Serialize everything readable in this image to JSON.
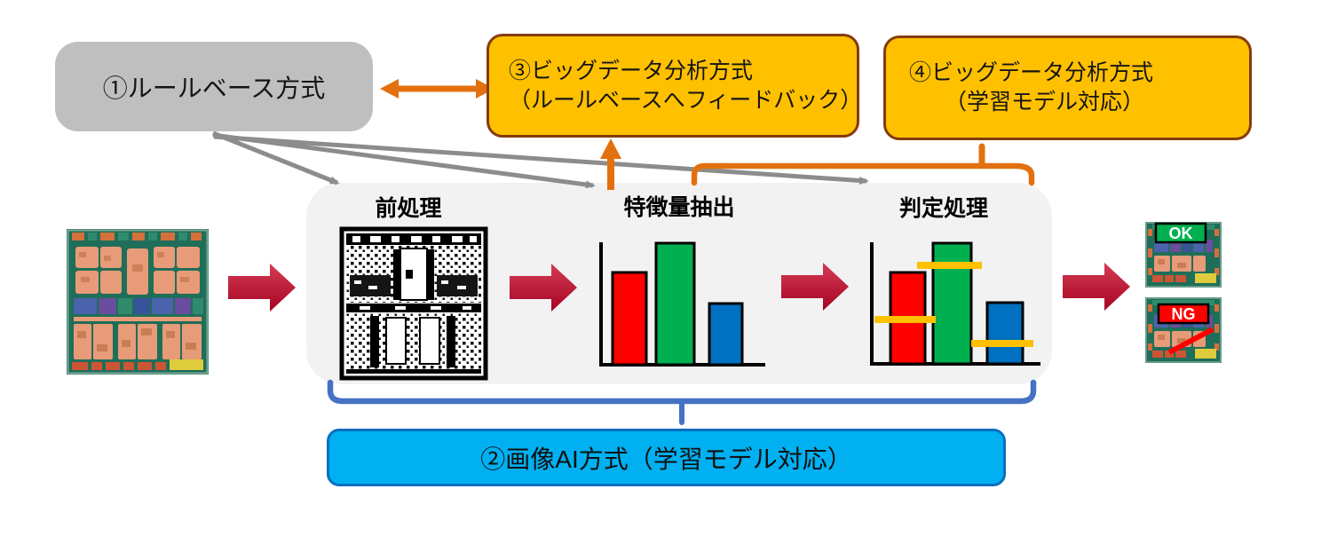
{
  "boxes": {
    "rule_based": {
      "label": "①ルールベース方式",
      "fill": "#BFBFBF"
    },
    "bigdata_feedback": {
      "line1": "③ビッグデータ分析方式",
      "line2": "（ルールベースへフィードバック）",
      "fill": "#FFC000",
      "border": "#843C0C"
    },
    "bigdata_model": {
      "line1": "④ビッグデータ分析方式",
      "line2": "（学習モデル対応）",
      "fill": "#FFC000",
      "border": "#843C0C"
    },
    "image_ai": {
      "label": "②画像AI方式（学習モデル対応）",
      "fill": "#00B0F0",
      "border": "#0B6FBF"
    }
  },
  "stages": [
    {
      "label": "前処理"
    },
    {
      "label": "特徴量抽出"
    },
    {
      "label": "判定処理"
    }
  ],
  "badges": {
    "ok": "OK",
    "ng": "NG",
    "ok_color": "#00B050",
    "ng_color": "#FF0000"
  },
  "colors": {
    "accent_orange": "#E3700E",
    "gray_arrow": "#8C8C8C",
    "flow_arrow_red": "#C21333",
    "stage_container": "#F2F2F2",
    "brace_blue": "#4472C4",
    "threshold_yellow": "#FFC000",
    "bar_red": "#FF0000",
    "bar_green": "#00B050",
    "bar_blue": "#0070C0"
  },
  "chart_data": [
    {
      "type": "bar",
      "name": "特徴量抽出",
      "values": [
        104,
        137,
        69
      ],
      "colors": [
        "#FF0000",
        "#00B050",
        "#0070C0"
      ],
      "axis": "plain L-shaped axes, no ticks or labels"
    },
    {
      "type": "bar",
      "name": "判定処理",
      "values": [
        103,
        136,
        69
      ],
      "colors": [
        "#FF0000",
        "#00B050",
        "#0070C0"
      ],
      "thresholds": [
        50,
        111,
        23
      ],
      "threshold_color": "#FFC000",
      "axis": "plain L-shaped axes, no ticks or labels"
    }
  ]
}
